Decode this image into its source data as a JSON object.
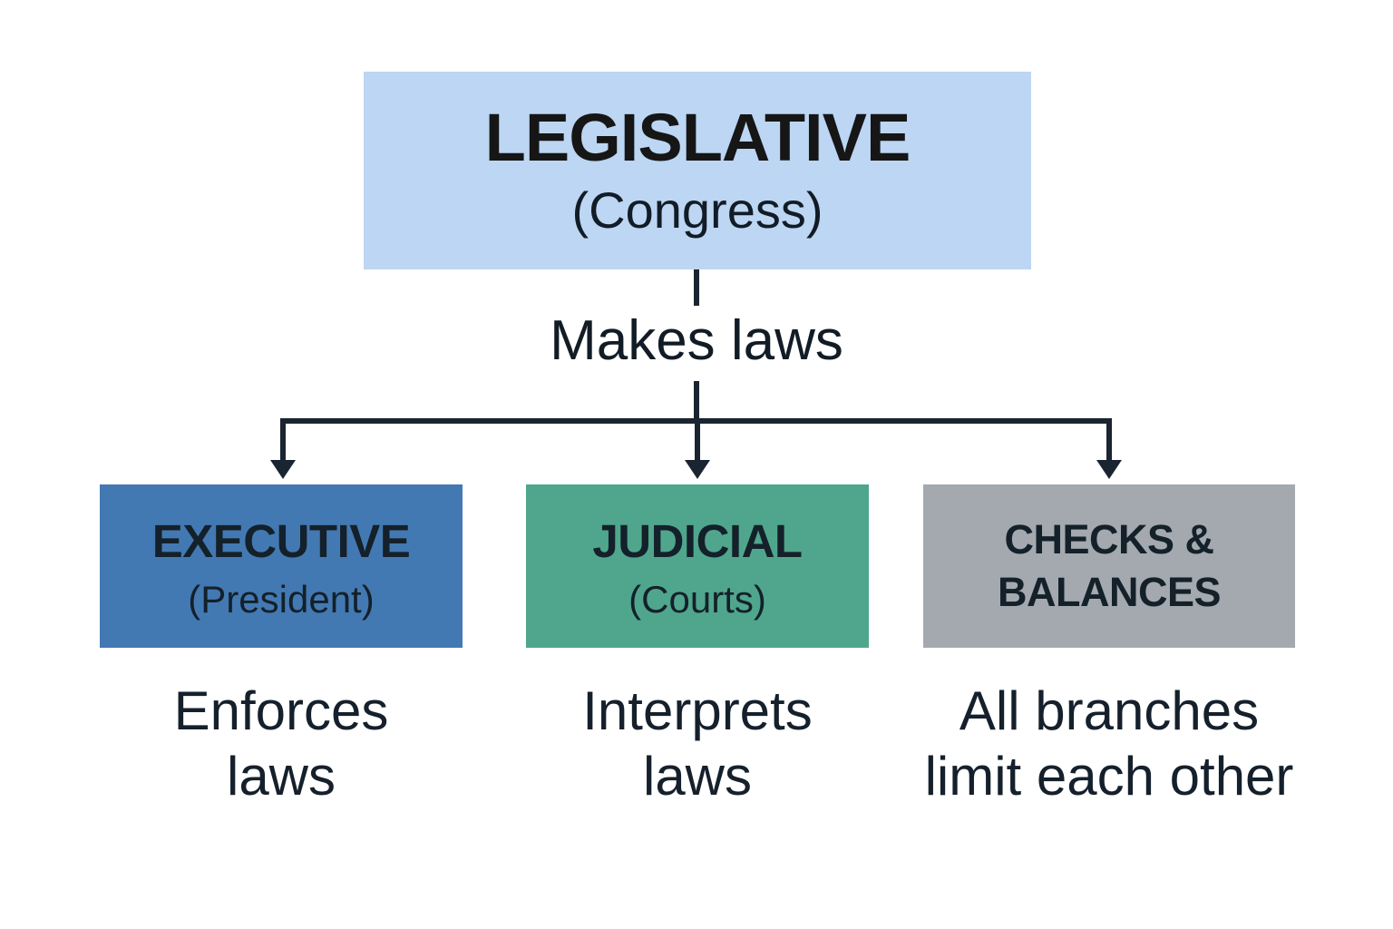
{
  "page": {
    "background_color": "#ffffff",
    "connector_color": "#1b2531",
    "text_color": "#15202c"
  },
  "diagram": {
    "root": {
      "title": "LEGISLATIVE",
      "subtitle": "(Congress)",
      "fill": "#bcd6f3"
    },
    "root_action": "Makes laws",
    "children": [
      {
        "title_line1": "EXECUTIVE",
        "title_line2": "",
        "subtitle": "(President)",
        "fill": "#4379b2",
        "caption_line1": "Enforces",
        "caption_line2": "laws"
      },
      {
        "title_line1": "JUDICIAL",
        "title_line2": "",
        "subtitle": "(Courts)",
        "fill": "#4fa68d",
        "caption_line1": "Interprets",
        "caption_line2": "laws"
      },
      {
        "title_line1": "CHECKS &",
        "title_line2": "BALANCES",
        "subtitle": "",
        "fill": "#a3a9ae",
        "caption_line1": "All branches",
        "caption_line2": "limit each other"
      }
    ]
  }
}
